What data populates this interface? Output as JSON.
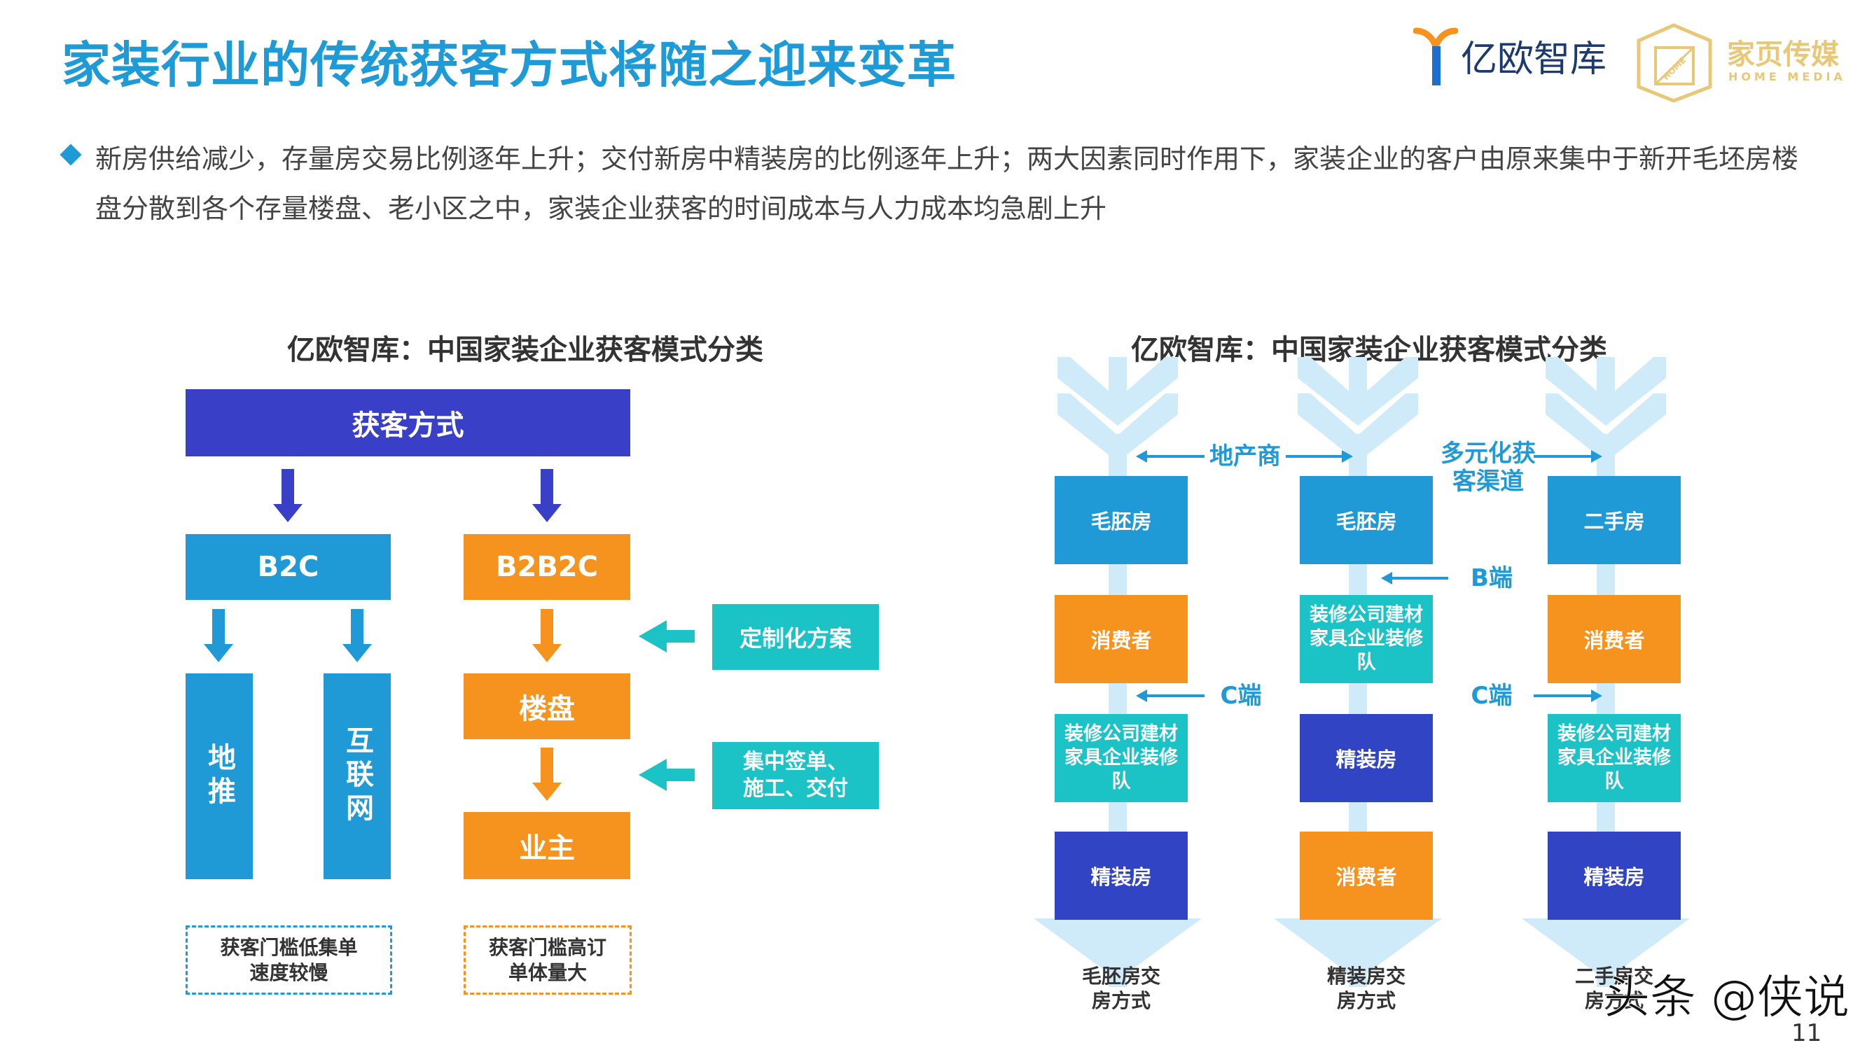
{
  "header": {
    "title": "家装行业的传统获客方式将随之迎来变革",
    "logo_yiou": "亿欧智库",
    "logo_home_cn": "家页传媒",
    "logo_home_en": "HOME MEDIA",
    "logo_home_badge": "HOME"
  },
  "description": "新房供给减少，存量房交易比例逐年上升；交付新房中精装房的比例逐年上升；两大因素同时作用下，家装企业的客户由原来集中于新开毛坯房楼盘分散到各个存量楼盘、老小区之中，家装企业获客的时间成本与人力成本均急剧上升",
  "left_diagram": {
    "subtitle": "亿欧智库：中国家装企业获客模式分类",
    "root": "获客方式",
    "b2c": "B2C",
    "b2b2c": "B2B2C",
    "ditui": "地推",
    "internet": "互联网",
    "loupan": "楼盘",
    "owner": "业主",
    "custom_plan": "定制化方案",
    "centralized_sign": "集中签单、施工、交付",
    "note_b2c": "获客门槛低集单速度较慢",
    "note_b2b2c": "获客门槛高订单体量大"
  },
  "right_diagram": {
    "subtitle": "亿欧智库：中国家装企业获客模式分类",
    "label_developer": "地产商",
    "label_diverse": "多元化获客渠道",
    "label_b_end": "B端",
    "label_c_end_left": "C端",
    "label_c_end_right": "C端",
    "columns": [
      {
        "boxes": [
          "毛胚房",
          "消费者",
          "装修公司建材家具企业装修队",
          "精装房"
        ],
        "footer": "毛胚房交房方式"
      },
      {
        "boxes": [
          "毛胚房",
          "装修公司建材家具企业装修队",
          "精装房",
          "消费者"
        ],
        "footer": "精装房交房方式"
      },
      {
        "boxes": [
          "二手房",
          "消费者",
          "装修公司建材家具企业装修队",
          "精装房"
        ],
        "footer": "二手房交房方式"
      }
    ]
  },
  "watermark": "头条 @侠说",
  "page_number": "11",
  "colors": {
    "title": "#1e9ad6",
    "purple": "#3a3fc7",
    "blue": "#1f9ad6",
    "orange": "#f6921e",
    "teal": "#1bc3c6",
    "navy": "#3145c4",
    "light_blue": "#cfeaf8"
  }
}
